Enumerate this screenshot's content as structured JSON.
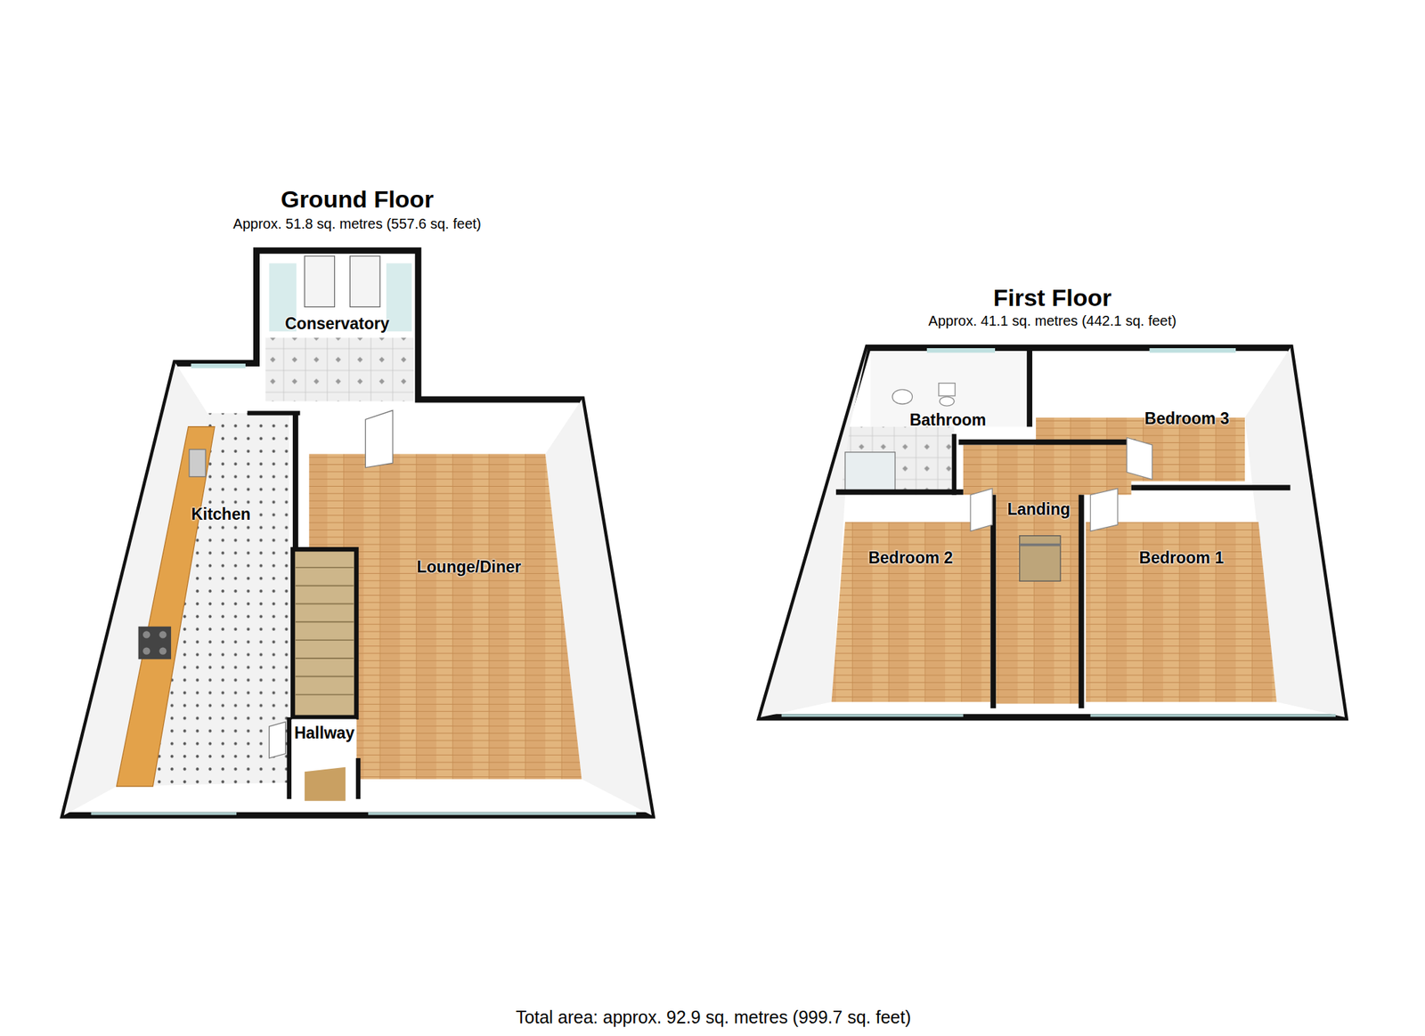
{
  "diagram": {
    "caption": "Total area: approx.  92.9 sq. metres (999.7 sq. feet)",
    "nodes": [
      {
        "text": [
          "Ground Floor",
          "Approx.  51.8 sq. metres (557.6 sq. feet)"
        ]
      },
      {
        "text": [
          "Conservatory"
        ],
        "in": 0
      },
      {
        "text": [
          "Kitchen"
        ],
        "in": 0
      },
      {
        "text": [
          "Lounge/Diner"
        ],
        "in": 0
      },
      {
        "text": [
          "Hallway"
        ],
        "in": 0
      },
      {
        "text": [
          "First Floor",
          "Approx.  41.1 sq. metres (442.1 sq. feet)"
        ]
      },
      {
        "text": [
          "Bathroom"
        ],
        "in": 5
      },
      {
        "text": [
          "Bedroom 3"
        ],
        "in": 5
      },
      {
        "text": [
          "Landing"
        ],
        "in": 5
      },
      {
        "text": [
          "Bedroom 2"
        ],
        "in": 5
      },
      {
        "text": [
          "Bedroom 1"
        ],
        "in": 5
      }
    ]
  }
}
